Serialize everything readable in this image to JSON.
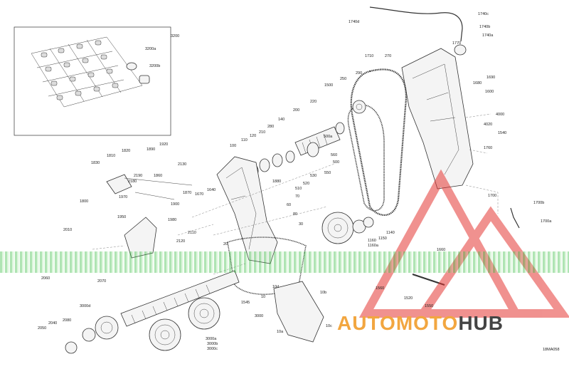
{
  "labels": [
    "3200",
    "3200a",
    "3200b",
    "1740c",
    "1740b",
    "1740a",
    "1740d",
    "1770",
    "1710",
    "270",
    "1690",
    "1680",
    "1600",
    "4000",
    "4020",
    "1540",
    "1760",
    "290",
    "250",
    "1500",
    "220",
    "200",
    "280",
    "140",
    "210",
    "120",
    "110",
    "100",
    "500a",
    "560",
    "500",
    "550",
    "530",
    "520",
    "510",
    "1880",
    "1890",
    "1920",
    "1810",
    "1830",
    "1820",
    "2130",
    "2190",
    "2180",
    "1860",
    "1800",
    "1970",
    "1900",
    "1870",
    "1950",
    "1980",
    "2010",
    "2110",
    "2120",
    "1670",
    "1640",
    "70",
    "60",
    "80",
    "20",
    "30",
    "1160",
    "1160a",
    "1150",
    "1140",
    "1700",
    "1700b",
    "1700a",
    "1660",
    "1560",
    "1520",
    "1550",
    "2060",
    "2070",
    "2080",
    "3000d",
    "2040",
    "2050",
    "3000",
    "3000a",
    "3000b",
    "3000c",
    "1545",
    "10",
    "10a",
    "10b",
    "10c",
    "10d",
    "18MA058"
  ],
  "watermark": {
    "brand_part1": "AUTOMOTO",
    "brand_part2": "HUB",
    "accent_color": "#f2a640",
    "triangle_color": "#e53935",
    "dark_color": "#444444"
  },
  "document_code": "18MA058",
  "colors": {
    "line": "#333333",
    "band": "#3cbe46"
  }
}
